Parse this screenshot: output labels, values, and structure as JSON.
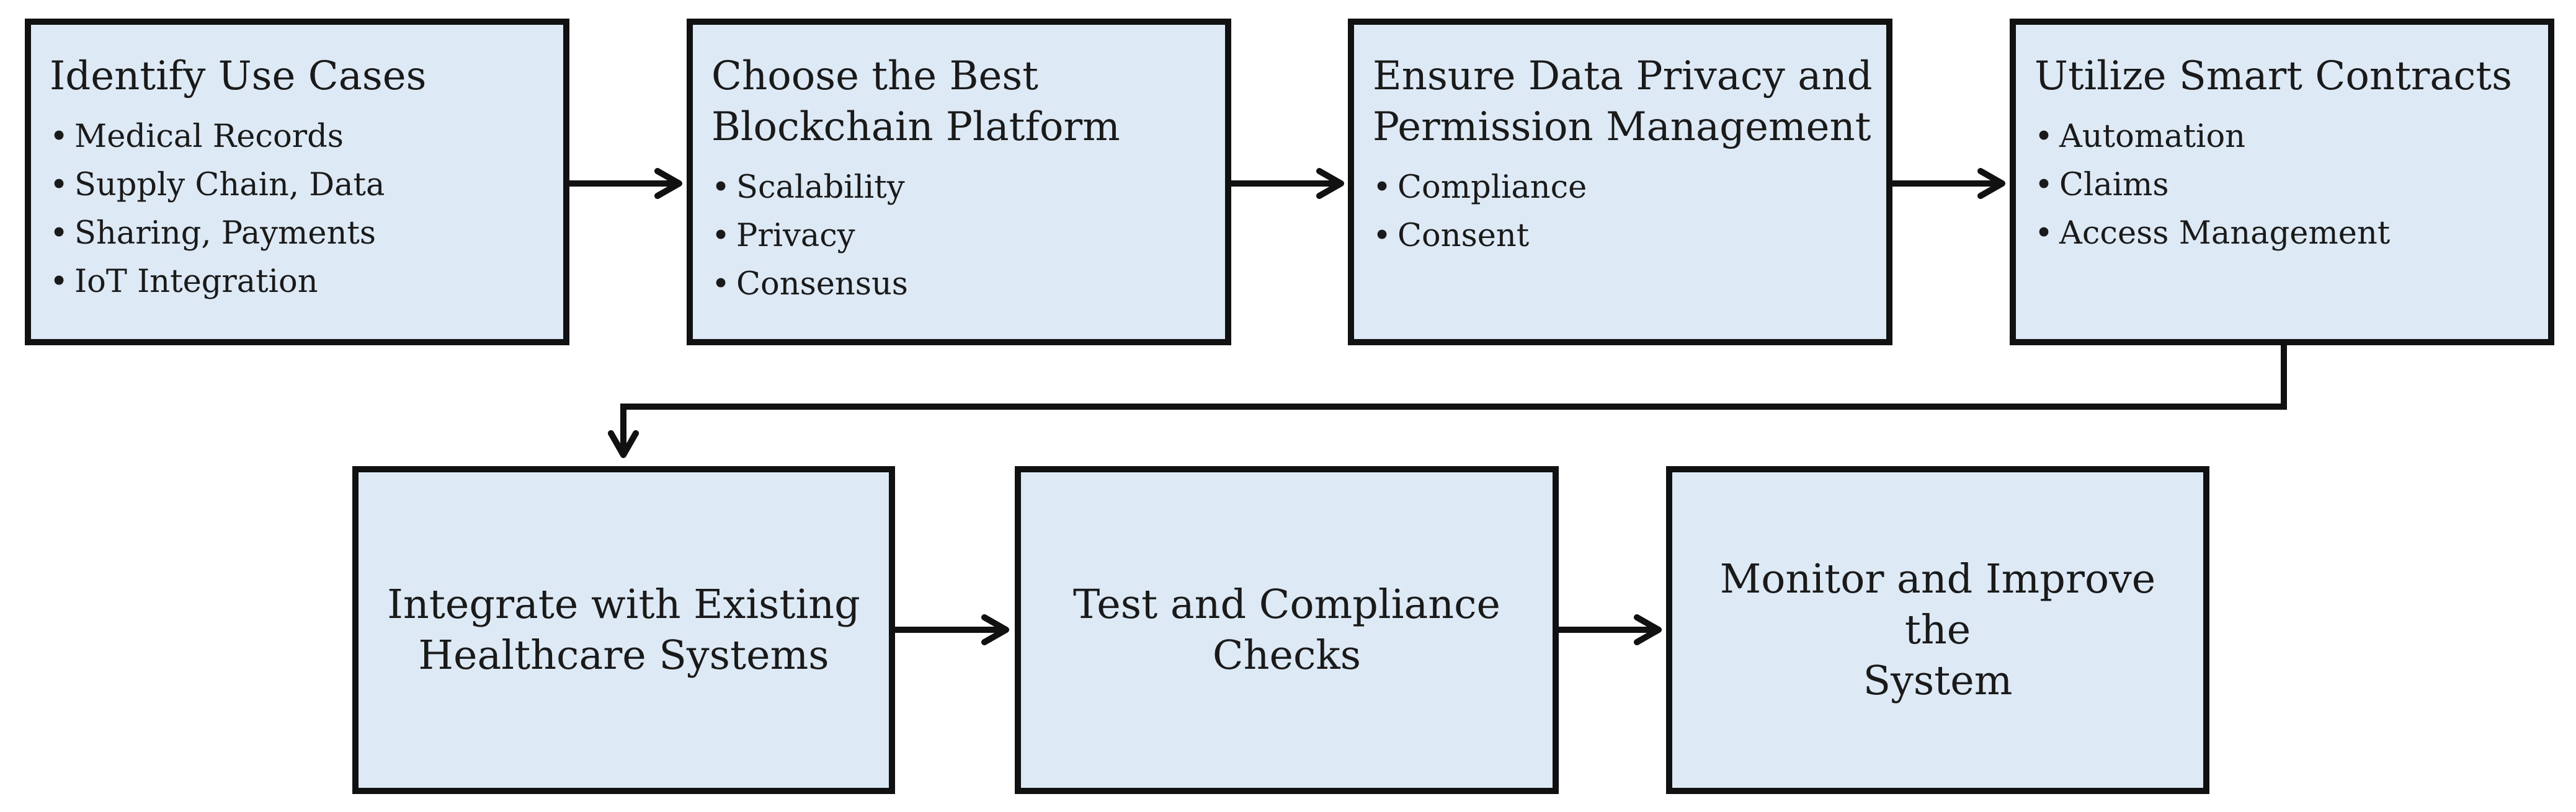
{
  "colors": {
    "box_fill": "#dde9f5",
    "box_border": "#111111",
    "arrow": "#111111",
    "text": "#1a1a1a"
  },
  "steps": [
    {
      "title_lines": [
        "Identify Use Cases"
      ],
      "bullets": [
        "Medical Records",
        "Supply  Chain, Data",
        "Sharing, Payments",
        "IoT Integration"
      ]
    },
    {
      "title_lines": [
        "Choose the Best",
        "Blockchain Platform"
      ],
      "bullets": [
        "Scalability",
        "Privacy",
        "Consensus"
      ]
    },
    {
      "title_lines": [
        "Ensure Data Privacy and",
        "Permission  Management"
      ],
      "bullets": [
        "Compliance",
        "Consent"
      ]
    },
    {
      "title_lines": [
        "Utilize Smart Contracts"
      ],
      "bullets": [
        "Automation",
        "Claims",
        "Access Management"
      ]
    },
    {
      "title_lines": [
        "Integrate with Existing",
        "Healthcare Systems"
      ],
      "bullets": []
    },
    {
      "title_lines": [
        "Test and Compliance",
        "Checks"
      ],
      "bullets": []
    },
    {
      "title_lines": [
        "Monitor and Improve the",
        "System"
      ],
      "bullets": []
    }
  ]
}
